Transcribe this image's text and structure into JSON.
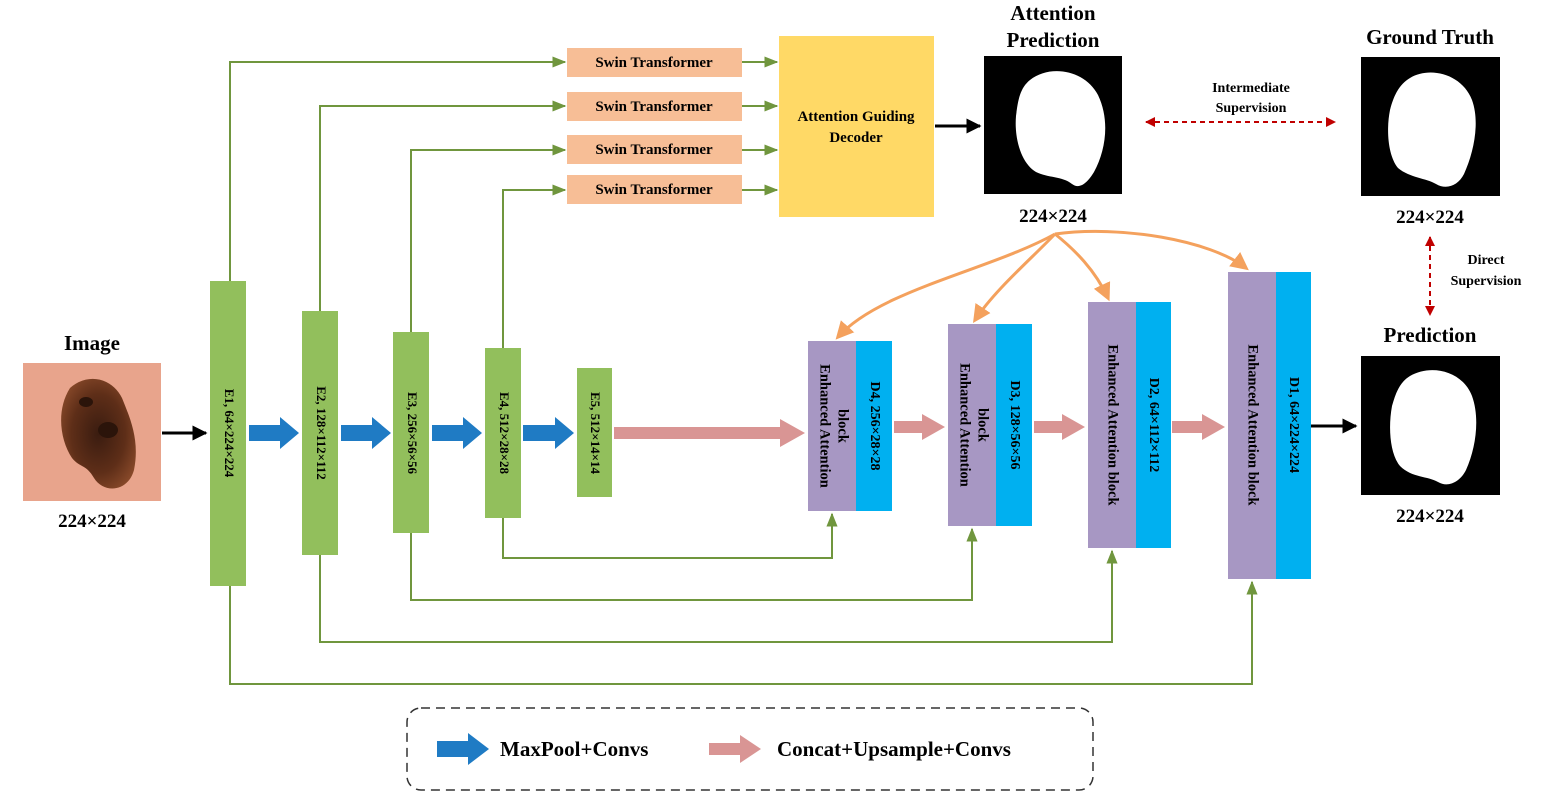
{
  "image_panel": {
    "title": "Image",
    "size": "224×224"
  },
  "encoder": {
    "blocks": [
      "E1, 64×224×224",
      "E2, 128×112×112",
      "E3, 256×56×56",
      "E4, 512×28×28",
      "E5, 512×14×14"
    ]
  },
  "swin": {
    "label": "Swin Transformer"
  },
  "agd": {
    "line1": "Attention Guiding",
    "line2": "Decoder"
  },
  "attention_prediction": {
    "title_line1": "Attention",
    "title_line2": "Prediction",
    "size": "224×224"
  },
  "ground_truth": {
    "title": "Ground Truth",
    "size": "224×224"
  },
  "prediction": {
    "title": "Prediction",
    "size": "224×224"
  },
  "intermediate_supervision": {
    "line1": "Intermediate",
    "line2": "Supervision"
  },
  "direct_supervision": {
    "line1": "Direct",
    "line2": "Supervision"
  },
  "decoder": {
    "eab_two_line": {
      "line1": "Enhanced Attention",
      "line2": "block"
    },
    "eab_one_line": "Enhanced Attention block",
    "blocks": [
      "D4, 256×28×28",
      "D3, 128×56×56",
      "D2, 64×112×112",
      "D1, 64×224×224"
    ]
  },
  "legend": {
    "maxpool": "MaxPool+Convs",
    "concat": "Concat+Upsample+Convs"
  },
  "colors": {
    "encoder_green": "#92bf5c",
    "skip_line_green": "#70963e",
    "swin_peach": "#f7be96",
    "agd_yellow": "#ffd966",
    "eab_purple": "#a797c3",
    "decoder_blue": "#00b0f0",
    "maxpool_arrow_blue": "#1f7bc4",
    "concat_arrow_pink": "#d99594",
    "attention_orange": "#f4a15d",
    "supervision_red": "#c00000"
  }
}
